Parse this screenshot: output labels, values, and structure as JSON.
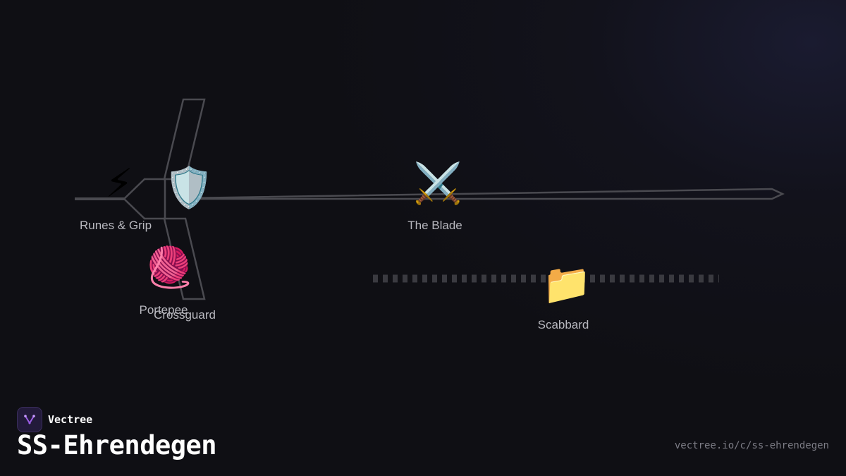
{
  "diagram": {
    "nodes": [
      {
        "id": "runes",
        "label": "Runes & Grip",
        "icon": "⚡",
        "icon_name": "lightning-icon"
      },
      {
        "id": "crossguard",
        "label": "Crossguard",
        "icon": "🛡️",
        "icon_name": "shield-icon"
      },
      {
        "id": "portepee",
        "label": "Portepee",
        "icon": "🧶",
        "icon_name": "yarn-icon"
      },
      {
        "id": "blade",
        "label": "The Blade",
        "icon": "⚔️",
        "icon_name": "crossed-swords-icon"
      },
      {
        "id": "scabbard",
        "label": "Scabbard",
        "icon": "📁",
        "icon_name": "folder-icon"
      }
    ]
  },
  "footer": {
    "brand": "Vectree",
    "title": "SS-Ehrendegen",
    "url": "vectree.io/c/ss-ehrendegen"
  },
  "colors": {
    "background": "#0f0f14",
    "outline": "#4a4a50",
    "logo_accent": "#9b5de5"
  }
}
